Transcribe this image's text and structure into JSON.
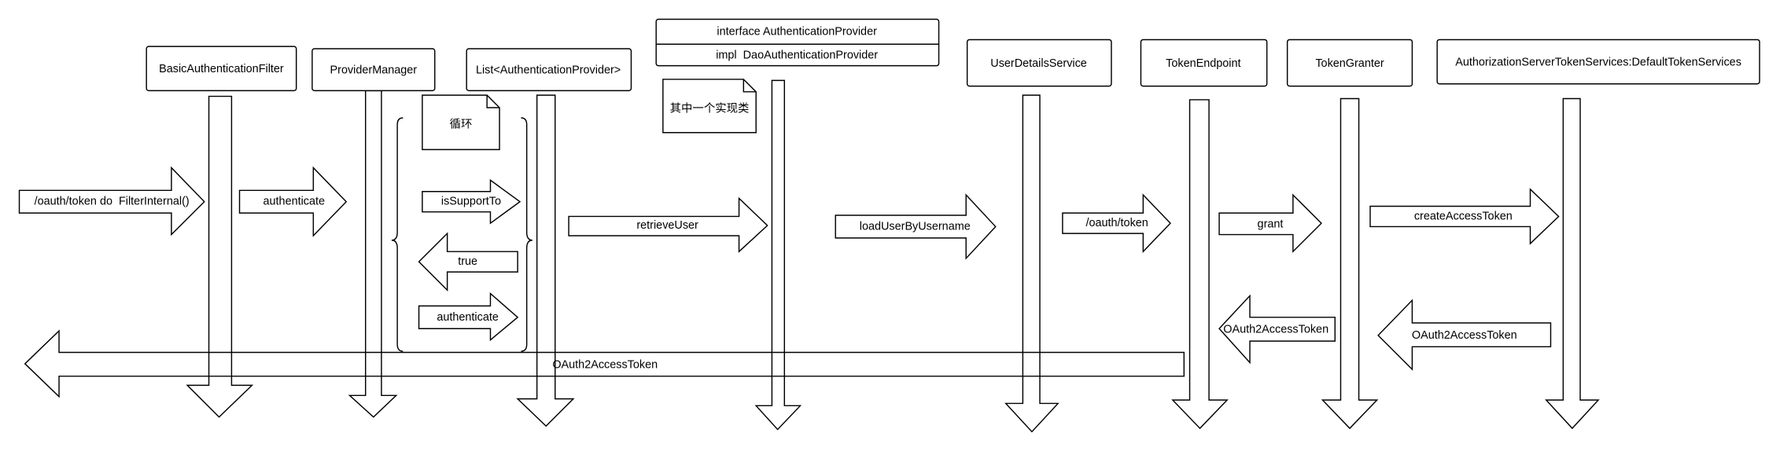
{
  "participants": {
    "basic_auth_filter": "BasicAuthenticationFilter",
    "provider_manager": "ProviderManager",
    "provider_list": "List<AuthenticationProvider>",
    "auth_provider": {
      "interface": "interface AuthenticationProvider",
      "impl": "impl  DaoAuthenticationProvider"
    },
    "user_details_service": "UserDetailsService",
    "token_endpoint": "TokenEndpoint",
    "token_granter": "TokenGranter",
    "token_services": "AuthorizationServerTokenServices:DefaultTokenServices"
  },
  "notes": {
    "loop": "循环",
    "one_implementation": "其中一个实现类"
  },
  "messages": [
    {
      "label": "/oauth/token do  FilterInternal()"
    },
    {
      "label": "authenticate"
    },
    {
      "label": "isSupportTo"
    },
    {
      "label": "true"
    },
    {
      "label": "authenticate"
    },
    {
      "label": "retrieveUser"
    },
    {
      "label": "loadUserByUsername"
    },
    {
      "label": "/oauth/token"
    },
    {
      "label": "grant"
    },
    {
      "label": "createAccessToken"
    },
    {
      "label": "OAuth2AccessToken"
    },
    {
      "label": "OAuth2AccessToken"
    },
    {
      "label": "OAuth2AccessToken"
    }
  ],
  "colors": {
    "stroke": "#000000",
    "fill": "#ffffff"
  }
}
